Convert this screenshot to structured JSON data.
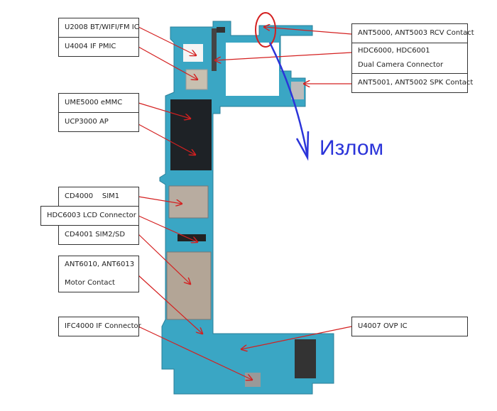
{
  "labels": {
    "u2008": "U2008 BT/WIFI/FM IC",
    "u4004": "U4004 IF PMIC",
    "ume5000": "UME5000 eMMC",
    "ucp3000": "UCP3000 AP",
    "cd4000": "CD4000    SIM1",
    "hdc6003": "HDC6003 LCD Connector",
    "cd4001": "CD4001 SIM2/SD",
    "ant6010_line1": "ANT6010, ANT6013",
    "ant6010_line2": "Motor Contact",
    "ifc4000": "IFC4000 IF Connector",
    "ant5000_a": "ANT5000, ANT5003",
    "ant5000_b": "RCV Contact",
    "hdc6000_line1": "HDC6000, HDC6001",
    "hdc6000_line2": "Dual Camera Connector",
    "ant5001": "ANT5001, ANT5002 SPK Contact",
    "u4007": "U4007 OVP IC"
  },
  "annotation": "Излом",
  "colors": {
    "board": "#3aa6c4",
    "arrow": "#d42020",
    "annotation": "#2b34d9"
  }
}
